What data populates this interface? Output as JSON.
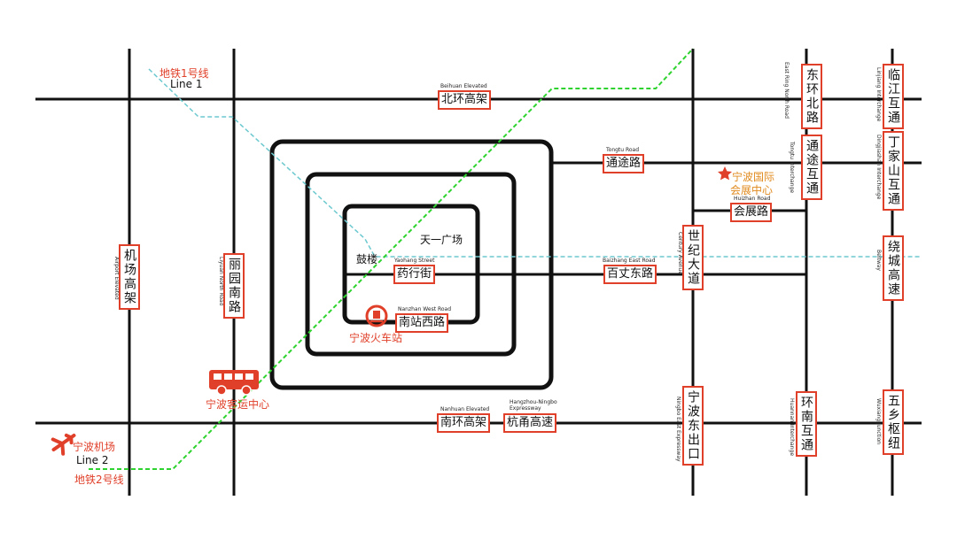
{
  "colors": {
    "road": "#111111",
    "sign_border": "#e0402a",
    "metro1": "#6cc9cf",
    "metro2": "#2fd32f",
    "accent_red": "#e0402a",
    "accent_orange": "#e08a1e"
  },
  "metro": {
    "line1": {
      "zh": "地铁1号线",
      "en": "Line 1"
    },
    "line2": {
      "zh": "地铁2号线",
      "en": "Line 2"
    }
  },
  "roads": {
    "beihuan": {
      "zh": "北环高架",
      "en": "Beihuan Elevated"
    },
    "tongtu": {
      "zh": "通途路",
      "en": "Tongtu Road"
    },
    "huizhan": {
      "zh": "会展路",
      "en": "Huizhan Road"
    },
    "baizhang": {
      "zh": "百丈东路",
      "en": "Baizhang East Road"
    },
    "yaohang": {
      "zh": "药行街",
      "en": "Yaohang Street"
    },
    "nanzhan": {
      "zh": "南站西路",
      "en": "Nanzhan West Road"
    },
    "nanhuan": {
      "zh": "南环高架",
      "en": "Nanhuan Elevated"
    },
    "hangyong": {
      "zh": "杭甬高速",
      "en": "Hangzhou-Ningbo Expressway"
    },
    "airport_elevated": {
      "zh": "机场高架",
      "en": "Airport Elevated"
    },
    "liyuan": {
      "zh": "丽园南路",
      "en": "Liyuan North Road"
    },
    "century": {
      "zh": "世纪大道",
      "en": "Century Avenue"
    },
    "ningbo_east_exit": {
      "zh": "宁波东出口",
      "en": "Ningbo East Expressway"
    },
    "donghuan_north": {
      "zh": "东环北路",
      "en": "East Ring North Road"
    },
    "tongtu_interchange": {
      "zh": "通途互通",
      "en": "Tongtu Interchange"
    },
    "huannan": {
      "zh": "环南互通",
      "en": "Huannan Interchange"
    },
    "linjiang": {
      "zh": "临江互通",
      "en": "Linjiang Interchange"
    },
    "dingjiashan": {
      "zh": "丁家山互通",
      "en": "Dingjiashan Interchange"
    },
    "raocheng": {
      "zh": "绕城高速",
      "en": "Beltway"
    },
    "wuxiang": {
      "zh": "五乡枢纽",
      "en": "Wuxiang Junction"
    }
  },
  "places": {
    "tianyi": "天一广场",
    "gulou": "鼓楼",
    "railway_station": "宁波火车站",
    "bus_center": "宁波客运中心",
    "airport": "宁波机场",
    "expo_line1": "宁波国际",
    "expo_line2": "会展中心"
  },
  "icons": {
    "train": "train-station-icon",
    "bus": "bus-icon",
    "plane": "airplane-icon",
    "star": "star-icon"
  }
}
